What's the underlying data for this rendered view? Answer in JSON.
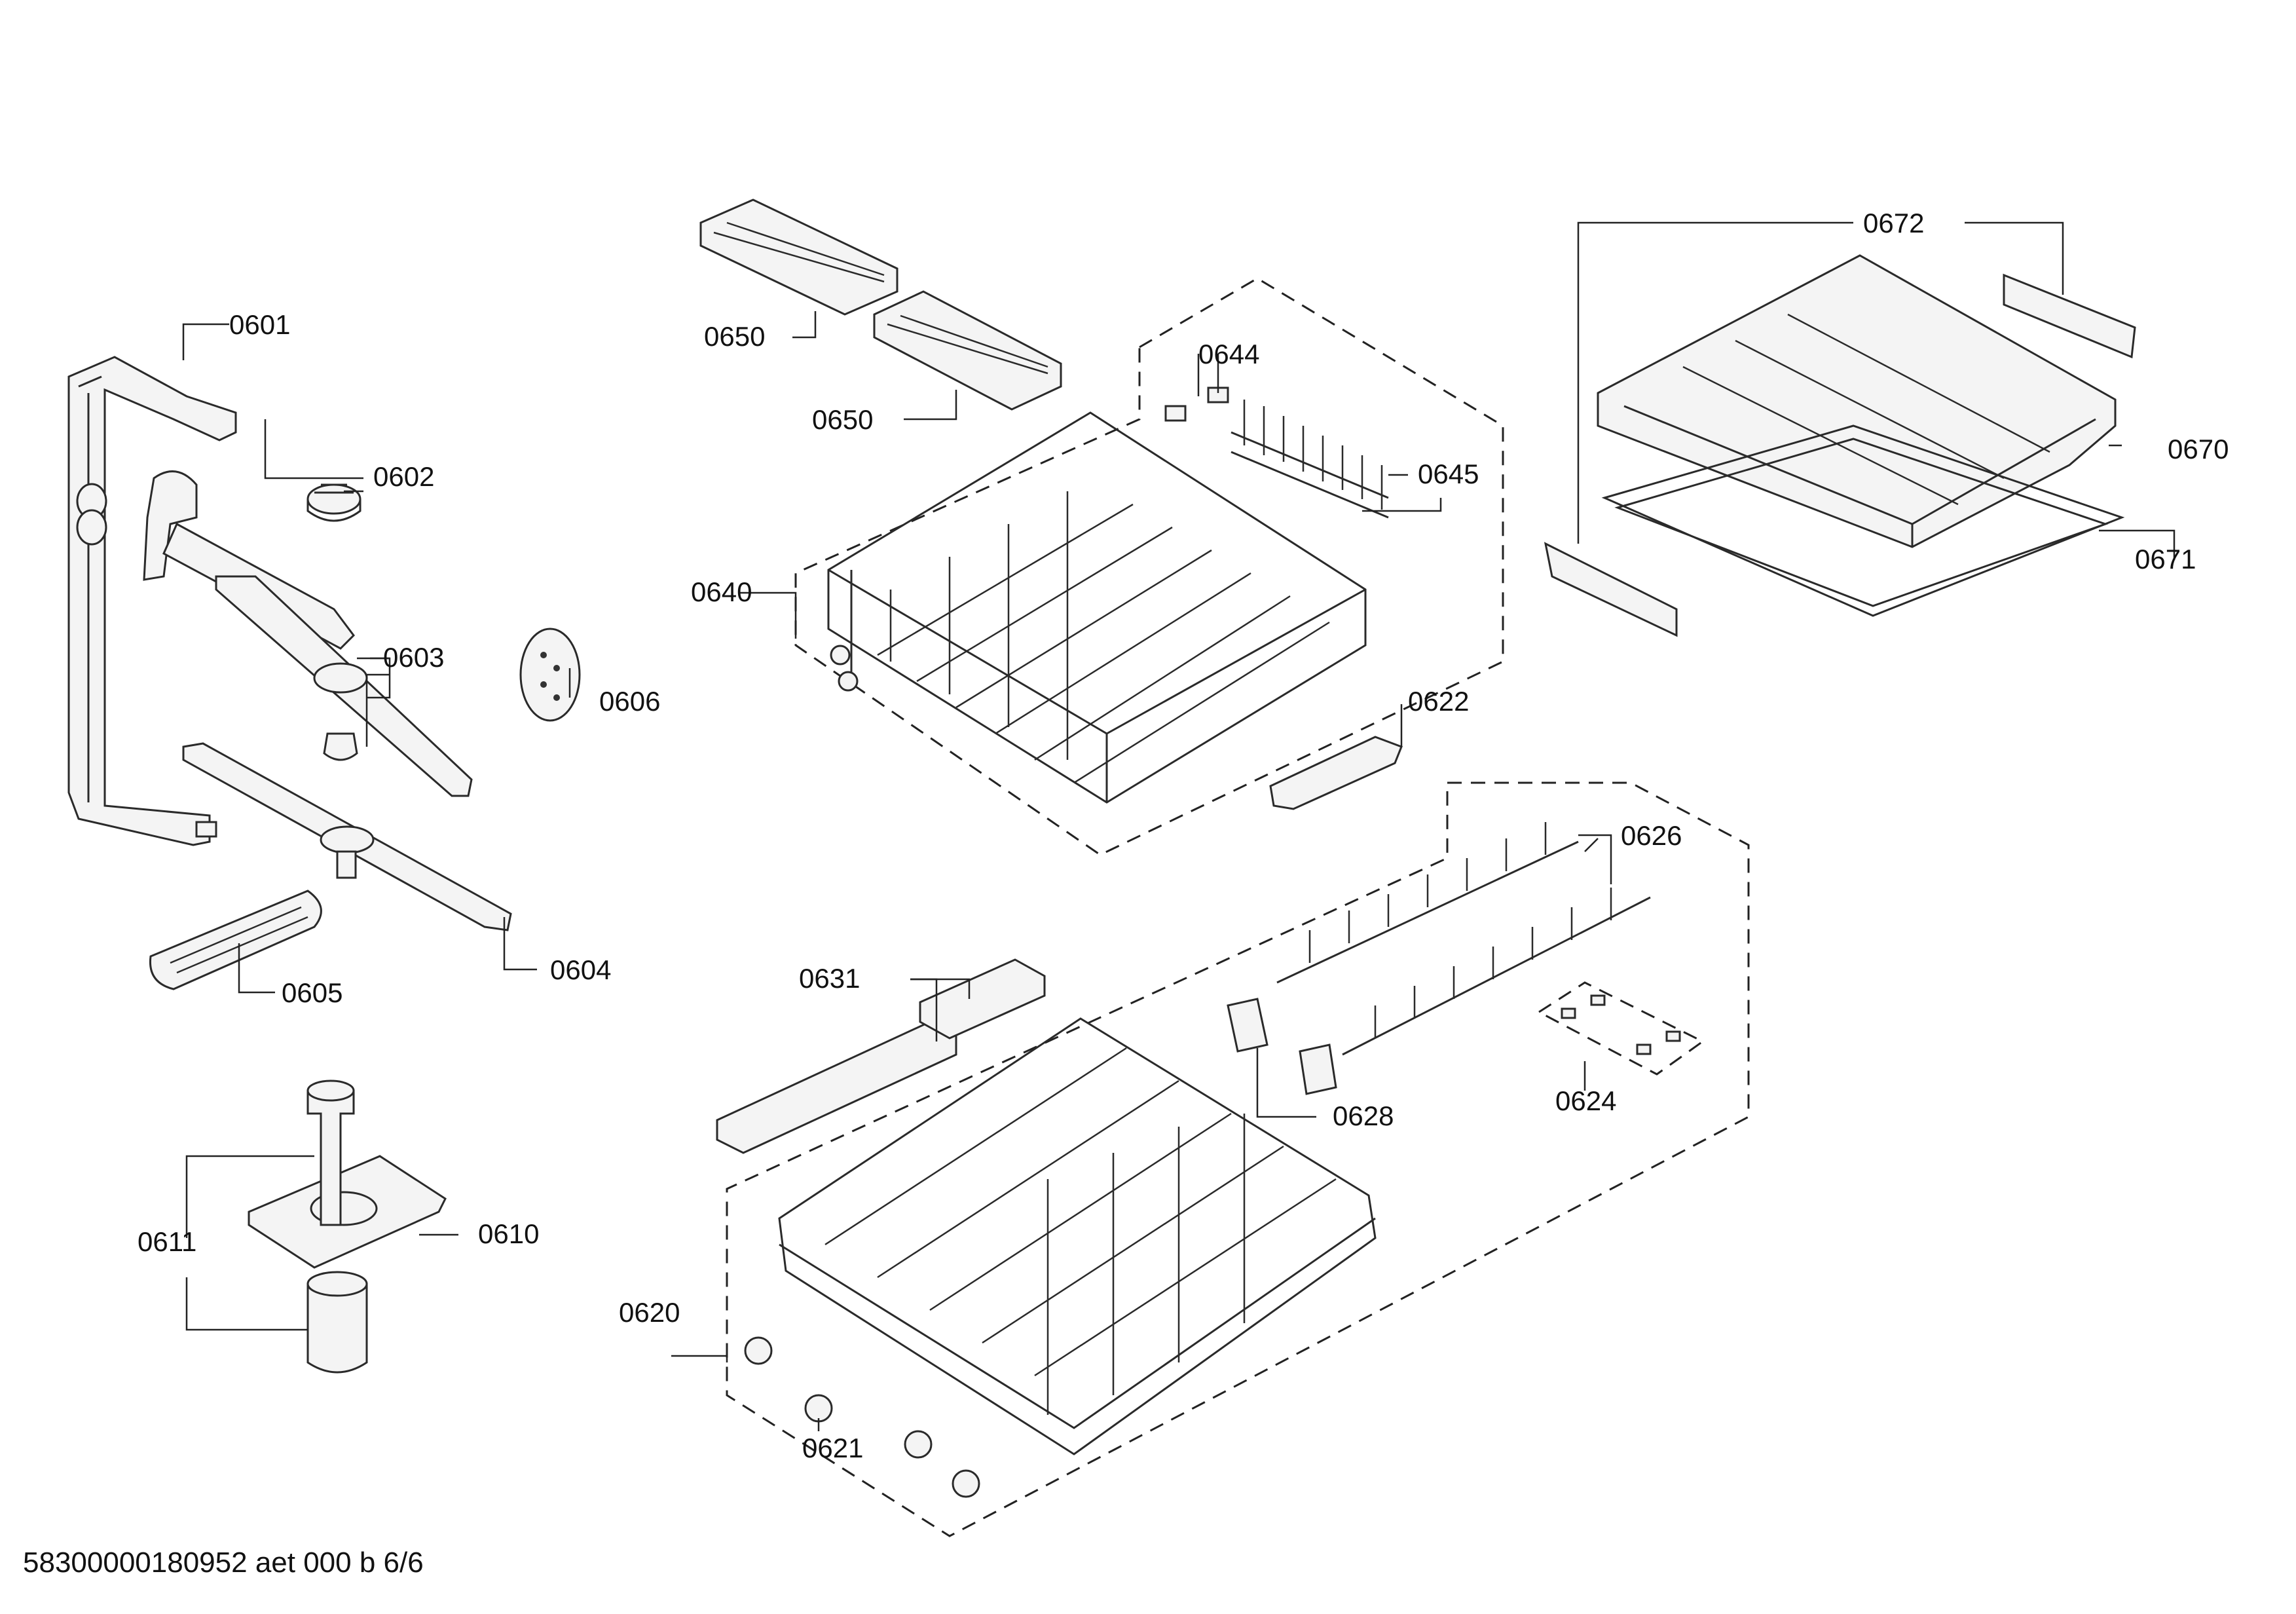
{
  "labels": {
    "p0601": "0601",
    "p0602": "0602",
    "p0603": "0603",
    "p0604": "0604",
    "p0605": "0605",
    "p0606": "0606",
    "p0610": "0610",
    "p0611": "0611",
    "p0620": "0620",
    "p0621": "0621",
    "p0622": "0622",
    "p0624": "0624",
    "p0626": "0626",
    "p0628": "0628",
    "p0631": "0631",
    "p0640": "0640",
    "p0644": "0644",
    "p0645": "0645",
    "p0650a": "0650",
    "p0650b": "0650",
    "p0670": "0670",
    "p0671": "0671",
    "p0672": "0672"
  },
  "footer": "58300000180952 aet 000 b 6/6"
}
